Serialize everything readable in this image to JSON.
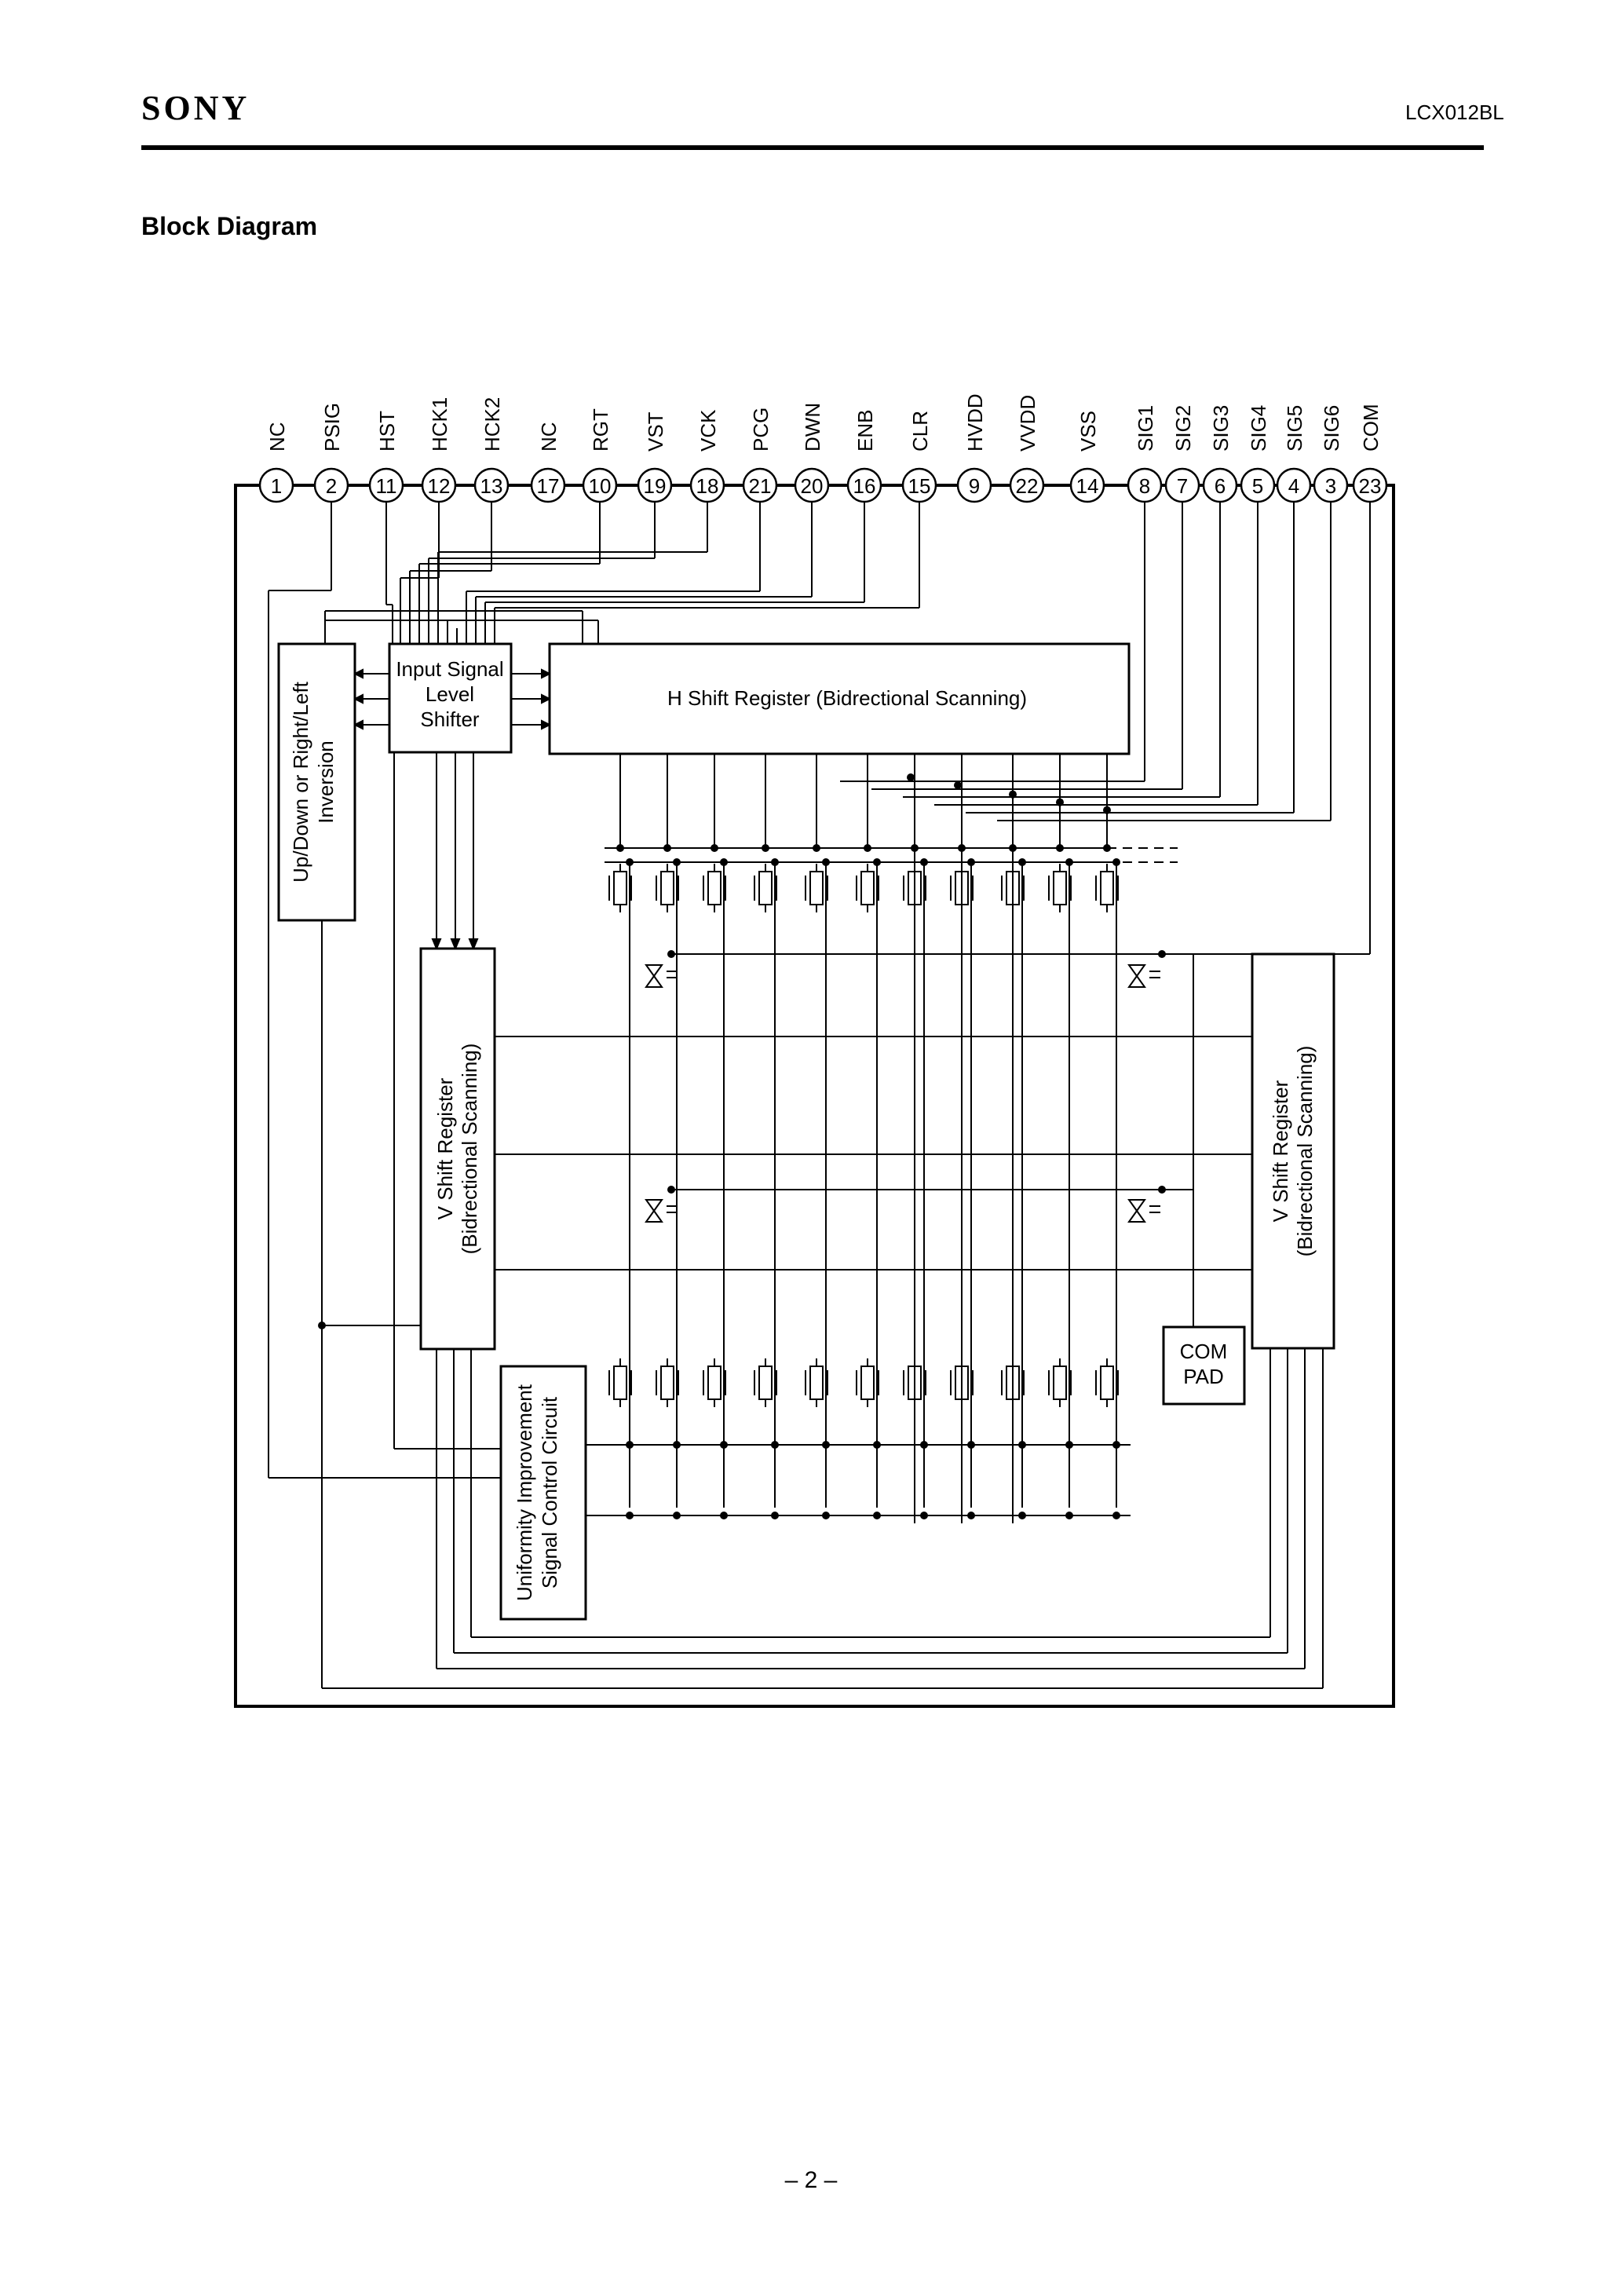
{
  "header": {
    "brand": "SONY",
    "doc_id": "LCX012BL"
  },
  "section_title": "Block Diagram",
  "pins": [
    {
      "name": "NC",
      "number": "1"
    },
    {
      "name": "PSIG",
      "number": "2"
    },
    {
      "name": "HST",
      "number": "11"
    },
    {
      "name": "HCK1",
      "number": "12"
    },
    {
      "name": "HCK2",
      "number": "13"
    },
    {
      "name": "NC",
      "number": "17"
    },
    {
      "name": "RGT",
      "number": "10"
    },
    {
      "name": "VST",
      "number": "19"
    },
    {
      "name": "VCK",
      "number": "18"
    },
    {
      "name": "PCG",
      "number": "21"
    },
    {
      "name": "DWN",
      "number": "20"
    },
    {
      "name": "ENB",
      "number": "16"
    },
    {
      "name": "CLR",
      "number": "15"
    },
    {
      "name": "HVDD",
      "number": "9"
    },
    {
      "name": "VVDD",
      "number": "22"
    },
    {
      "name": "VSS",
      "number": "14"
    },
    {
      "name": "SIG1",
      "number": "8"
    },
    {
      "name": "SIG2",
      "number": "7"
    },
    {
      "name": "SIG3",
      "number": "6"
    },
    {
      "name": "SIG4",
      "number": "5"
    },
    {
      "name": "SIG5",
      "number": "4"
    },
    {
      "name": "SIG6",
      "number": "3"
    },
    {
      "name": "COM",
      "number": "23"
    }
  ],
  "blocks": {
    "updown": [
      "Up/Down or Right/Left",
      "Inversion"
    ],
    "level_shifter": [
      "Input Signal",
      "Level",
      "Shifter"
    ],
    "h_shift": "H Shift Register (Bidrectional Scanning)",
    "v_shift_left": [
      "V Shift Register",
      "(Bidrectional Scanning)"
    ],
    "v_shift_right": [
      "V Shift Register",
      "(Bidrectional Scanning)"
    ],
    "uniformity": [
      "Uniformity Improvement",
      "Signal Control Circuit"
    ],
    "com_pad": [
      "COM",
      "PAD"
    ]
  },
  "page_number": "– 2 –"
}
